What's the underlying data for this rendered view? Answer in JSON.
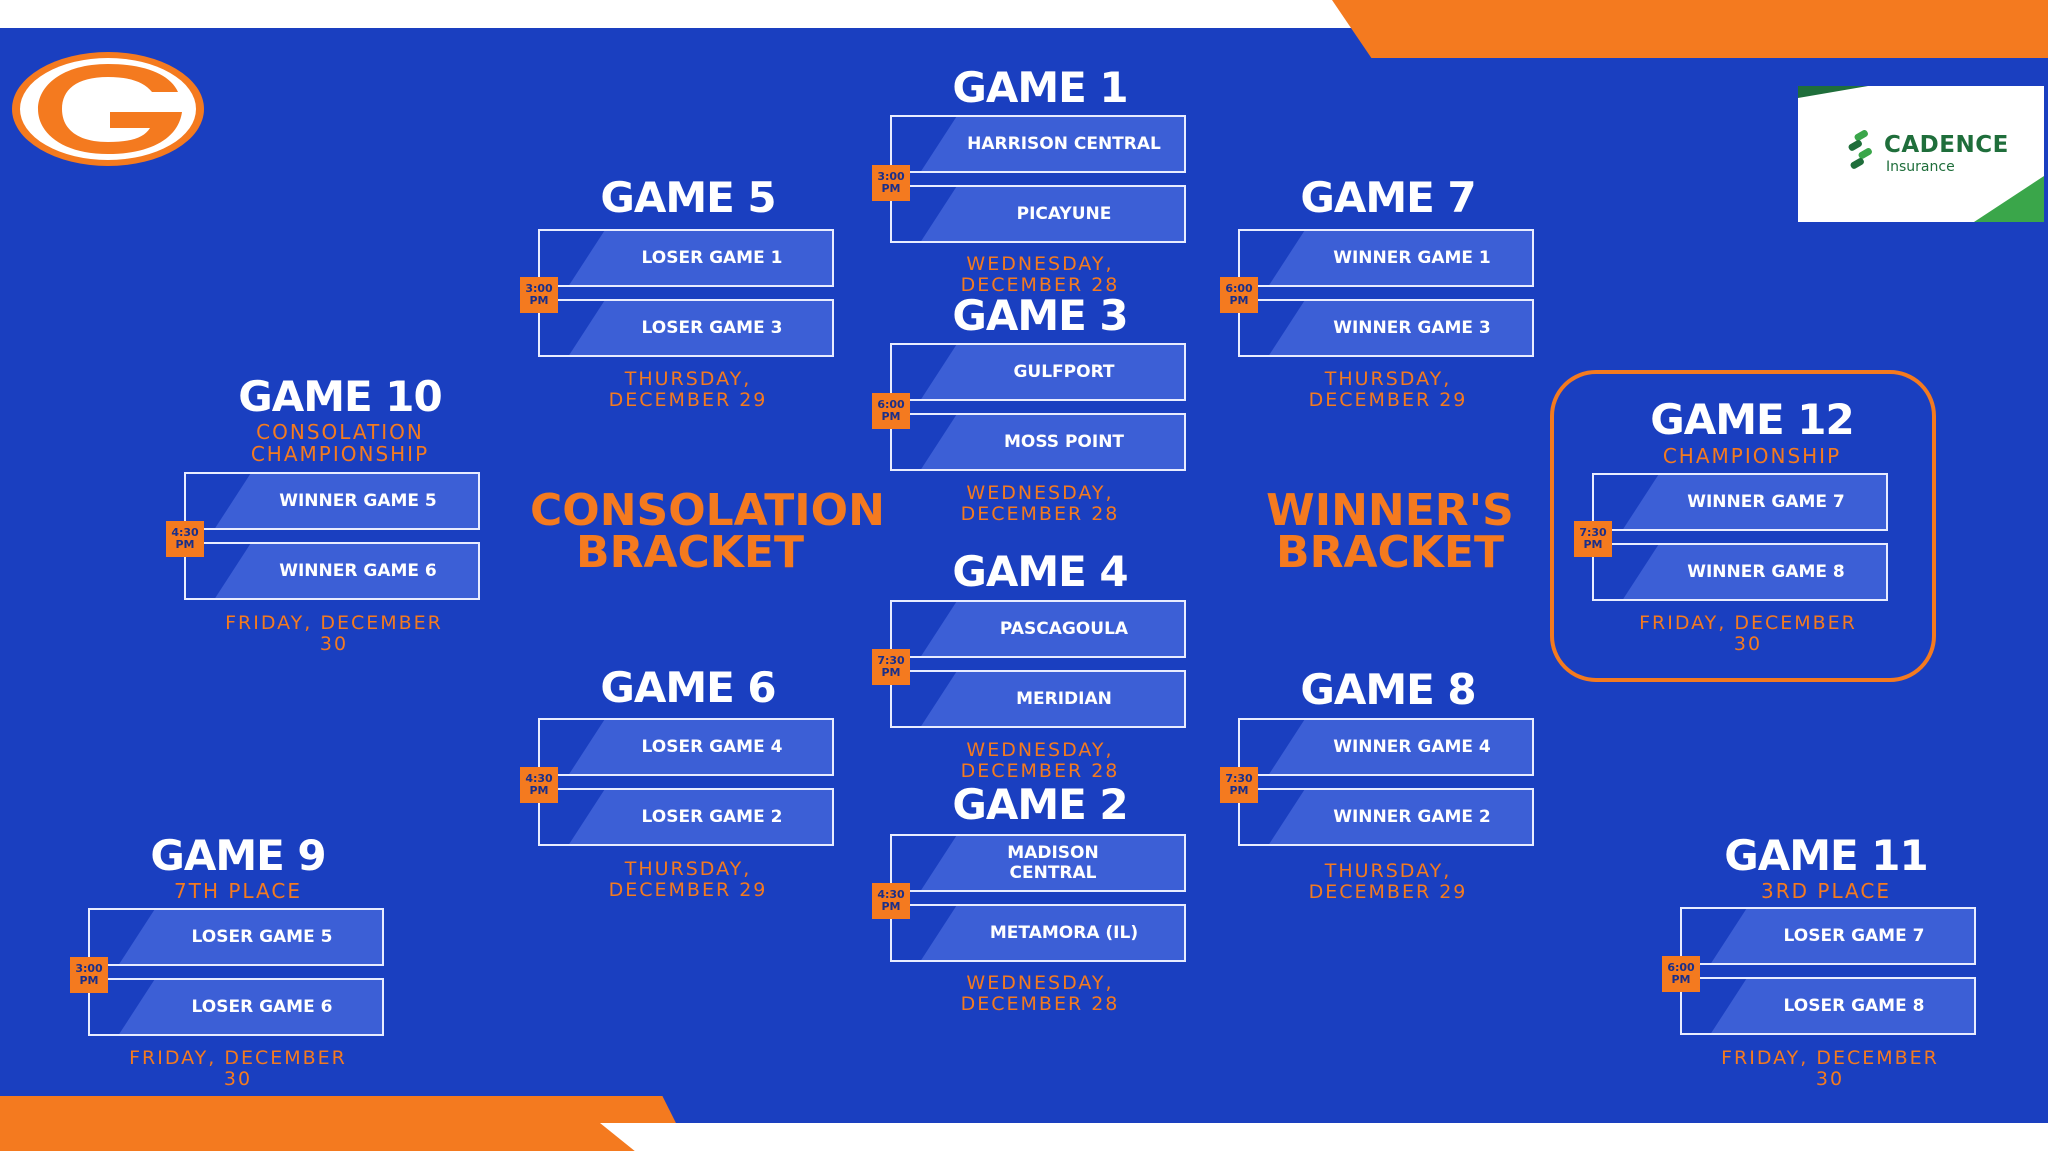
{
  "labels": {
    "consolation_line1": "CONSOLATION",
    "consolation_line2": "BRACKET",
    "winners_line1": "WINNER'S",
    "winners_line2": "BRACKET"
  },
  "sponsor": {
    "name": "CADENCE",
    "tagline": "Insurance"
  },
  "logo": {
    "letter": "G"
  },
  "colors": {
    "background": "#1a3fc0",
    "accent": "#f47a1f",
    "slot_fill": "#3c5fd6"
  },
  "games": {
    "g1": {
      "title": "GAME 1",
      "subtitle": "",
      "team1": "HARRISON CENTRAL",
      "team2": "PICAYUNE",
      "time_top": "3:00",
      "time_bottom": "PM",
      "date_line1": "WEDNESDAY,",
      "date_line2": "DECEMBER 28"
    },
    "g2": {
      "title": "GAME 2",
      "subtitle": "",
      "team1": "MADISON CENTRAL",
      "team2": "METAMORA (IL)",
      "time_top": "4:30",
      "time_bottom": "PM",
      "date_line1": "WEDNESDAY,",
      "date_line2": "DECEMBER 28"
    },
    "g3": {
      "title": "GAME 3",
      "subtitle": "",
      "team1": "GULFPORT",
      "team2": "MOSS POINT",
      "time_top": "6:00",
      "time_bottom": "PM",
      "date_line1": "WEDNESDAY,",
      "date_line2": "DECEMBER 28"
    },
    "g4": {
      "title": "GAME 4",
      "subtitle": "",
      "team1": "PASCAGOULA",
      "team2": "MERIDIAN",
      "time_top": "7:30",
      "time_bottom": "PM",
      "date_line1": "WEDNESDAY,",
      "date_line2": "DECEMBER 28"
    },
    "g5": {
      "title": "GAME 5",
      "subtitle": "",
      "team1": "LOSER GAME 1",
      "team2": "LOSER GAME 3",
      "time_top": "3:00",
      "time_bottom": "PM",
      "date_line1": "THURSDAY,",
      "date_line2": "DECEMBER 29"
    },
    "g6": {
      "title": "GAME 6",
      "subtitle": "",
      "team1": "LOSER GAME 4",
      "team2": "LOSER GAME 2",
      "time_top": "4:30",
      "time_bottom": "PM",
      "date_line1": "THURSDAY,",
      "date_line2": "DECEMBER 29"
    },
    "g7": {
      "title": "GAME 7",
      "subtitle": "",
      "team1": "WINNER GAME 1",
      "team2": "WINNER GAME 3",
      "time_top": "6:00",
      "time_bottom": "PM",
      "date_line1": "THURSDAY,",
      "date_line2": "DECEMBER 29"
    },
    "g8": {
      "title": "GAME 8",
      "subtitle": "",
      "team1": "WINNER GAME 4",
      "team2": "WINNER GAME 2",
      "time_top": "7:30",
      "time_bottom": "PM",
      "date_line1": "THURSDAY,",
      "date_line2": "DECEMBER 29"
    },
    "g9": {
      "title": "GAME 9",
      "subtitle": "7TH PLACE",
      "team1": "LOSER GAME 5",
      "team2": "LOSER GAME 6",
      "time_top": "3:00",
      "time_bottom": "PM",
      "date_line1": "FRIDAY, DECEMBER",
      "date_line2": "30"
    },
    "g10": {
      "title": "GAME 10",
      "subtitle": "CONSOLATION CHAMPIONSHIP",
      "team1": "WINNER GAME 5",
      "team2": "WINNER GAME 6",
      "time_top": "4:30",
      "time_bottom": "PM",
      "date_line1": "FRIDAY, DECEMBER",
      "date_line2": "30"
    },
    "g11": {
      "title": "GAME 11",
      "subtitle": "3RD PLACE",
      "team1": "LOSER GAME 7",
      "team2": "LOSER GAME 8",
      "time_top": "6:00",
      "time_bottom": "PM",
      "date_line1": "FRIDAY, DECEMBER",
      "date_line2": "30"
    },
    "g12": {
      "title": "GAME 12",
      "subtitle": "CHAMPIONSHIP",
      "team1": "WINNER GAME 7",
      "team2": "WINNER GAME 8",
      "time_top": "7:30",
      "time_bottom": "PM",
      "date_line1": "FRIDAY, DECEMBER",
      "date_line2": "30"
    }
  }
}
